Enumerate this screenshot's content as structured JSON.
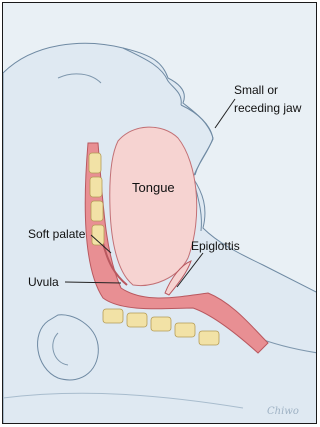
{
  "labels": {
    "tongue": "Tongue",
    "soft_palate": "Soft palate",
    "uvula": "Uvula",
    "epiglottis": "Epiglottis",
    "jaw_line1": "Small or",
    "jaw_line2": "receding jaw"
  },
  "signature": "Chiwo",
  "colors": {
    "background": "#e9f0f5",
    "skin": "#dfe9f2",
    "airway_tissue": "#e88f93",
    "tongue": "#f6d3d1",
    "vertebrae": "#f2e2a6",
    "outline": "#6f8aa3"
  }
}
